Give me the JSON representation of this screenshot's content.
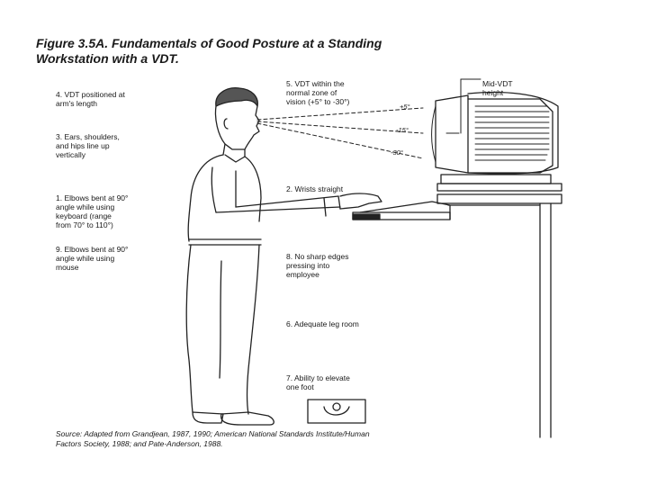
{
  "figure": {
    "title_line1": "Figure 3.5A. Fundamentals of Good Posture at a Standing",
    "title_line2": "Workstation with a VDT."
  },
  "labels": {
    "left": [
      {
        "id": "4",
        "lines": [
          "4. VDT positioned at",
          "arm's length"
        ]
      },
      {
        "id": "3",
        "lines": [
          "3. Ears, shoulders,",
          "and hips line up",
          "vertically"
        ]
      },
      {
        "id": "1",
        "lines": [
          "1. Elbows bent at 90°",
          "angle while using",
          "keyboard (range",
          "from 70° to 110°)"
        ]
      },
      {
        "id": "9",
        "lines": [
          "9. Elbows bent at 90°",
          "angle while using",
          "mouse"
        ]
      }
    ],
    "right": [
      {
        "id": "5",
        "lines": [
          "5. VDT within the",
          "normal zone of",
          "vision (+5° to -30°)"
        ]
      },
      {
        "id": "2",
        "lines": [
          "2. Wrists straight"
        ]
      },
      {
        "id": "8",
        "lines": [
          "8. No sharp edges",
          "pressing into",
          "employee"
        ]
      },
      {
        "id": "6",
        "lines": [
          "6. Adequate leg room"
        ]
      },
      {
        "id": "7",
        "lines": [
          "7. Ability to elevate",
          "one foot"
        ]
      }
    ],
    "mid_vdt": [
      "Mid-VDT",
      "height"
    ],
    "angles": [
      "+5°",
      "-15°",
      "-30°"
    ]
  },
  "source": {
    "line1": "Source: Adapted from Grandjean, 1987, 1990; American National Standards Institute/Human",
    "line2": "Factors Society, 1988; and Pate-Anderson, 1988."
  }
}
